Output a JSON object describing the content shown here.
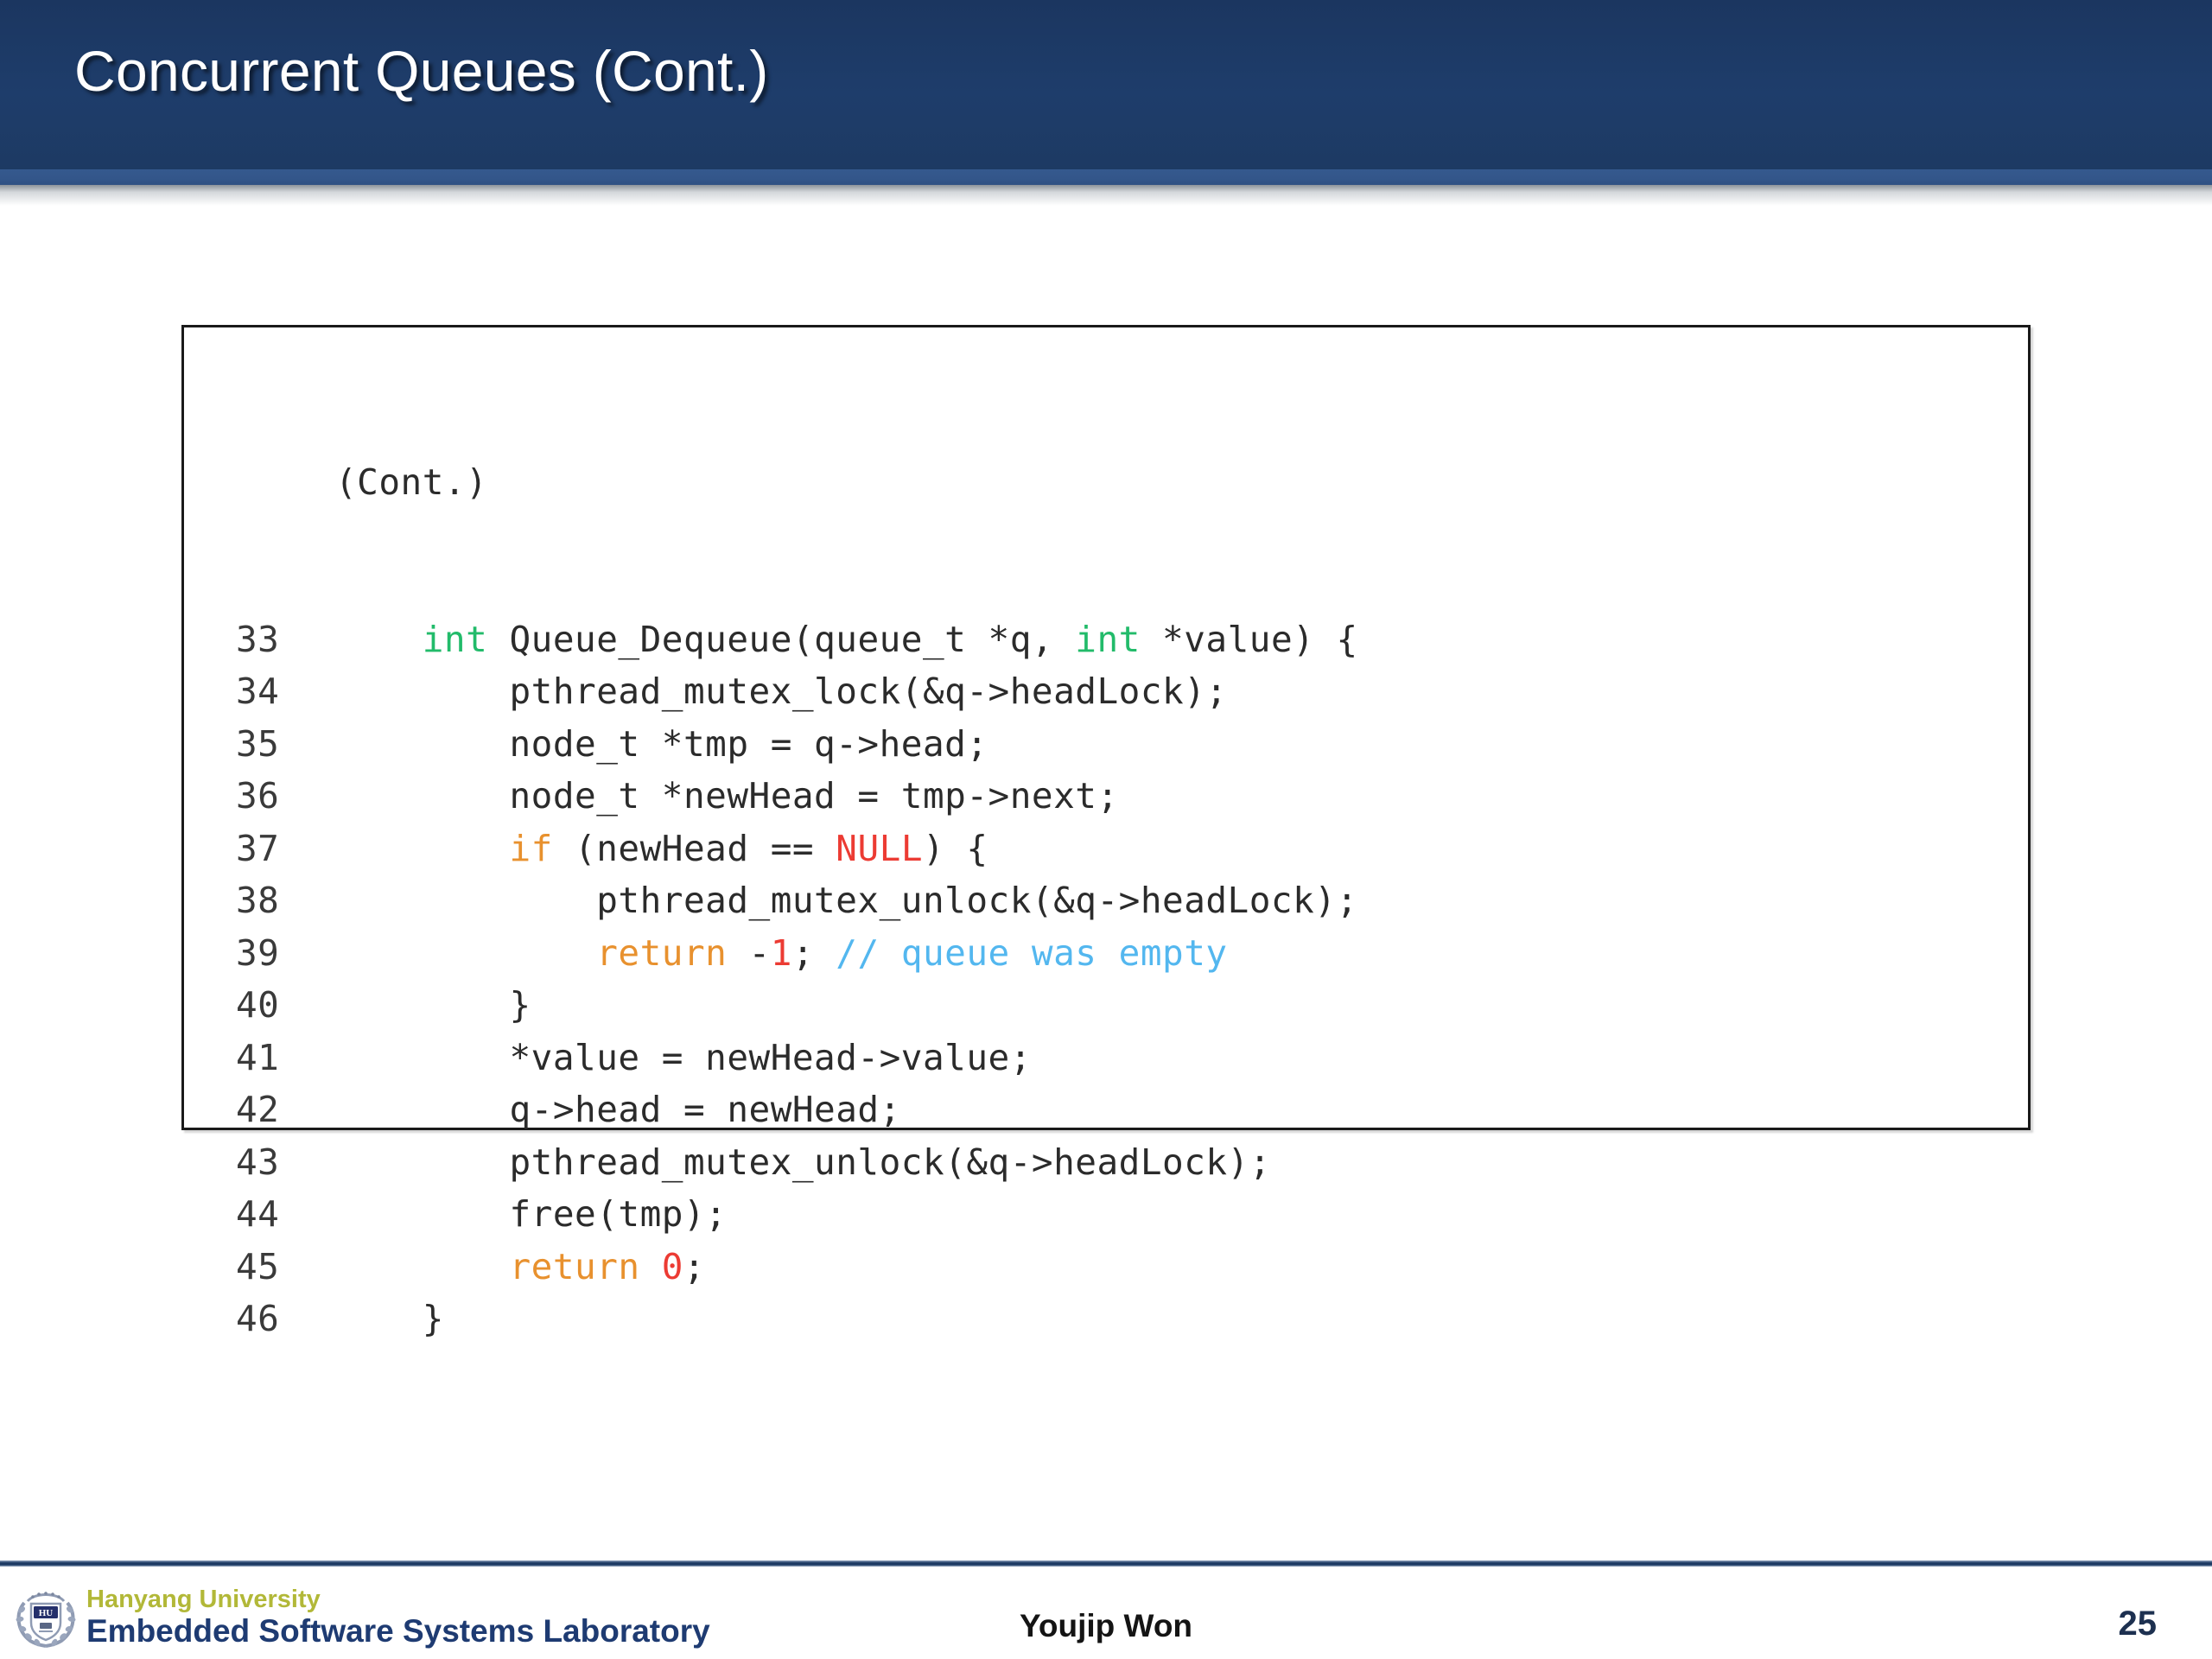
{
  "slide": {
    "title": "Concurrent Queues (Cont.)",
    "header_bg": "#1d3a63",
    "header_accent": "#35598e"
  },
  "code_block": {
    "header_label": "(Cont.)",
    "lines": [
      {
        "number": "33",
        "indent": 4,
        "tokens": [
          {
            "t": "int",
            "c": "type"
          },
          {
            "t": " Queue_Dequeue(queue_t *q, ",
            "c": "plain"
          },
          {
            "t": "int",
            "c": "type"
          },
          {
            "t": " *value) {",
            "c": "plain"
          }
        ]
      },
      {
        "number": "34",
        "indent": 8,
        "tokens": [
          {
            "t": "pthread_mutex_lock(&q->headLock);",
            "c": "plain"
          }
        ]
      },
      {
        "number": "35",
        "indent": 8,
        "tokens": [
          {
            "t": "node_t *tmp = q->head;",
            "c": "plain"
          }
        ]
      },
      {
        "number": "36",
        "indent": 8,
        "tokens": [
          {
            "t": "node_t *newHead = tmp->next;",
            "c": "plain"
          }
        ]
      },
      {
        "number": "37",
        "indent": 8,
        "tokens": [
          {
            "t": "if",
            "c": "keyword"
          },
          {
            "t": " (newHead == ",
            "c": "plain"
          },
          {
            "t": "NULL",
            "c": "null"
          },
          {
            "t": ") {",
            "c": "plain"
          }
        ]
      },
      {
        "number": "38",
        "indent": 12,
        "tokens": [
          {
            "t": "pthread_mutex_unlock(&q->headLock);",
            "c": "plain"
          }
        ]
      },
      {
        "number": "39",
        "indent": 12,
        "tokens": [
          {
            "t": "return",
            "c": "keyword"
          },
          {
            "t": " -",
            "c": "plain"
          },
          {
            "t": "1",
            "c": "number"
          },
          {
            "t": "; ",
            "c": "plain"
          },
          {
            "t": "// queue was empty",
            "c": "comment"
          }
        ]
      },
      {
        "number": "40",
        "indent": 8,
        "tokens": [
          {
            "t": "}",
            "c": "plain"
          }
        ]
      },
      {
        "number": "41",
        "indent": 8,
        "tokens": [
          {
            "t": "*value = newHead->value;",
            "c": "plain"
          }
        ]
      },
      {
        "number": "42",
        "indent": 8,
        "tokens": [
          {
            "t": "q->head = newHead;",
            "c": "plain"
          }
        ]
      },
      {
        "number": "43",
        "indent": 8,
        "tokens": [
          {
            "t": "pthread_mutex_unlock(&q->headLock);",
            "c": "plain"
          }
        ]
      },
      {
        "number": "44",
        "indent": 8,
        "tokens": [
          {
            "t": "free(tmp);",
            "c": "plain"
          }
        ]
      },
      {
        "number": "45",
        "indent": 8,
        "tokens": [
          {
            "t": "return",
            "c": "keyword"
          },
          {
            "t": " ",
            "c": "plain"
          },
          {
            "t": "0",
            "c": "number"
          },
          {
            "t": ";",
            "c": "plain"
          }
        ]
      },
      {
        "number": "46",
        "indent": 4,
        "tokens": [
          {
            "t": "}",
            "c": "plain"
          }
        ]
      }
    ],
    "syntax_colors": {
      "plain": "#2b2b2b",
      "type": "#22bb6a",
      "keyword": "#e8912e",
      "null": "#ec3b33",
      "number": "#ec3b33",
      "comment": "#53b7ef"
    }
  },
  "footer": {
    "logo_university": "Hanyang University",
    "logo_lab": "Embedded Software Systems Laboratory",
    "logo_university_color": "#b2b838",
    "logo_lab_color": "#1e3b72",
    "author": "Youjip Won",
    "page_number": "25"
  }
}
